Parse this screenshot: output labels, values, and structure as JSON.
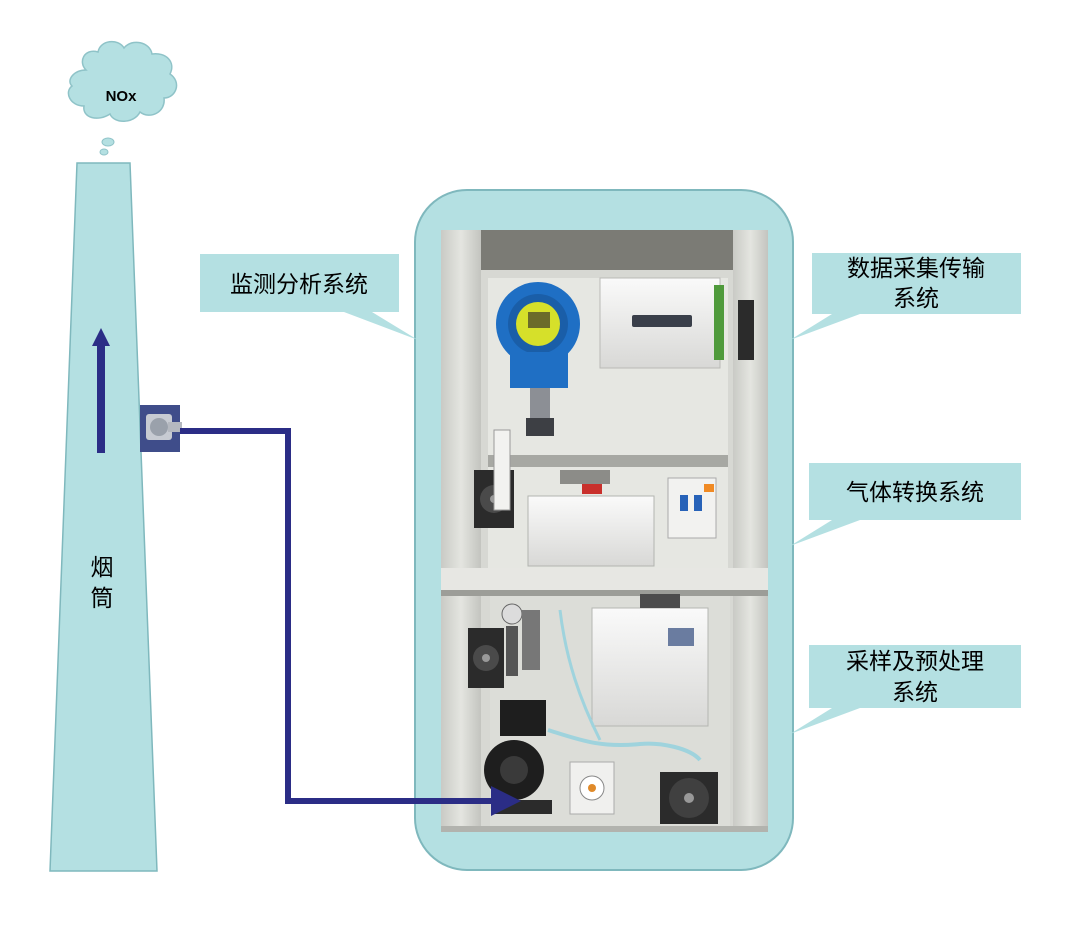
{
  "smoke_label": "NOx",
  "chimney": {
    "char1": "烟",
    "char2": "筒"
  },
  "callouts": {
    "monitoring": "监测分析系统",
    "data_top": "数据采集传输",
    "data_bottom": "系统",
    "gas": "气体转换系统",
    "sample_top": "采样及预处理",
    "sample_bottom": "系统"
  },
  "colors": {
    "teal_fill": "#b4e0e2",
    "teal_stroke": "#7fb8bd",
    "pipe": "#2b2d86",
    "cabinet_interior": "#d7d8d3"
  }
}
